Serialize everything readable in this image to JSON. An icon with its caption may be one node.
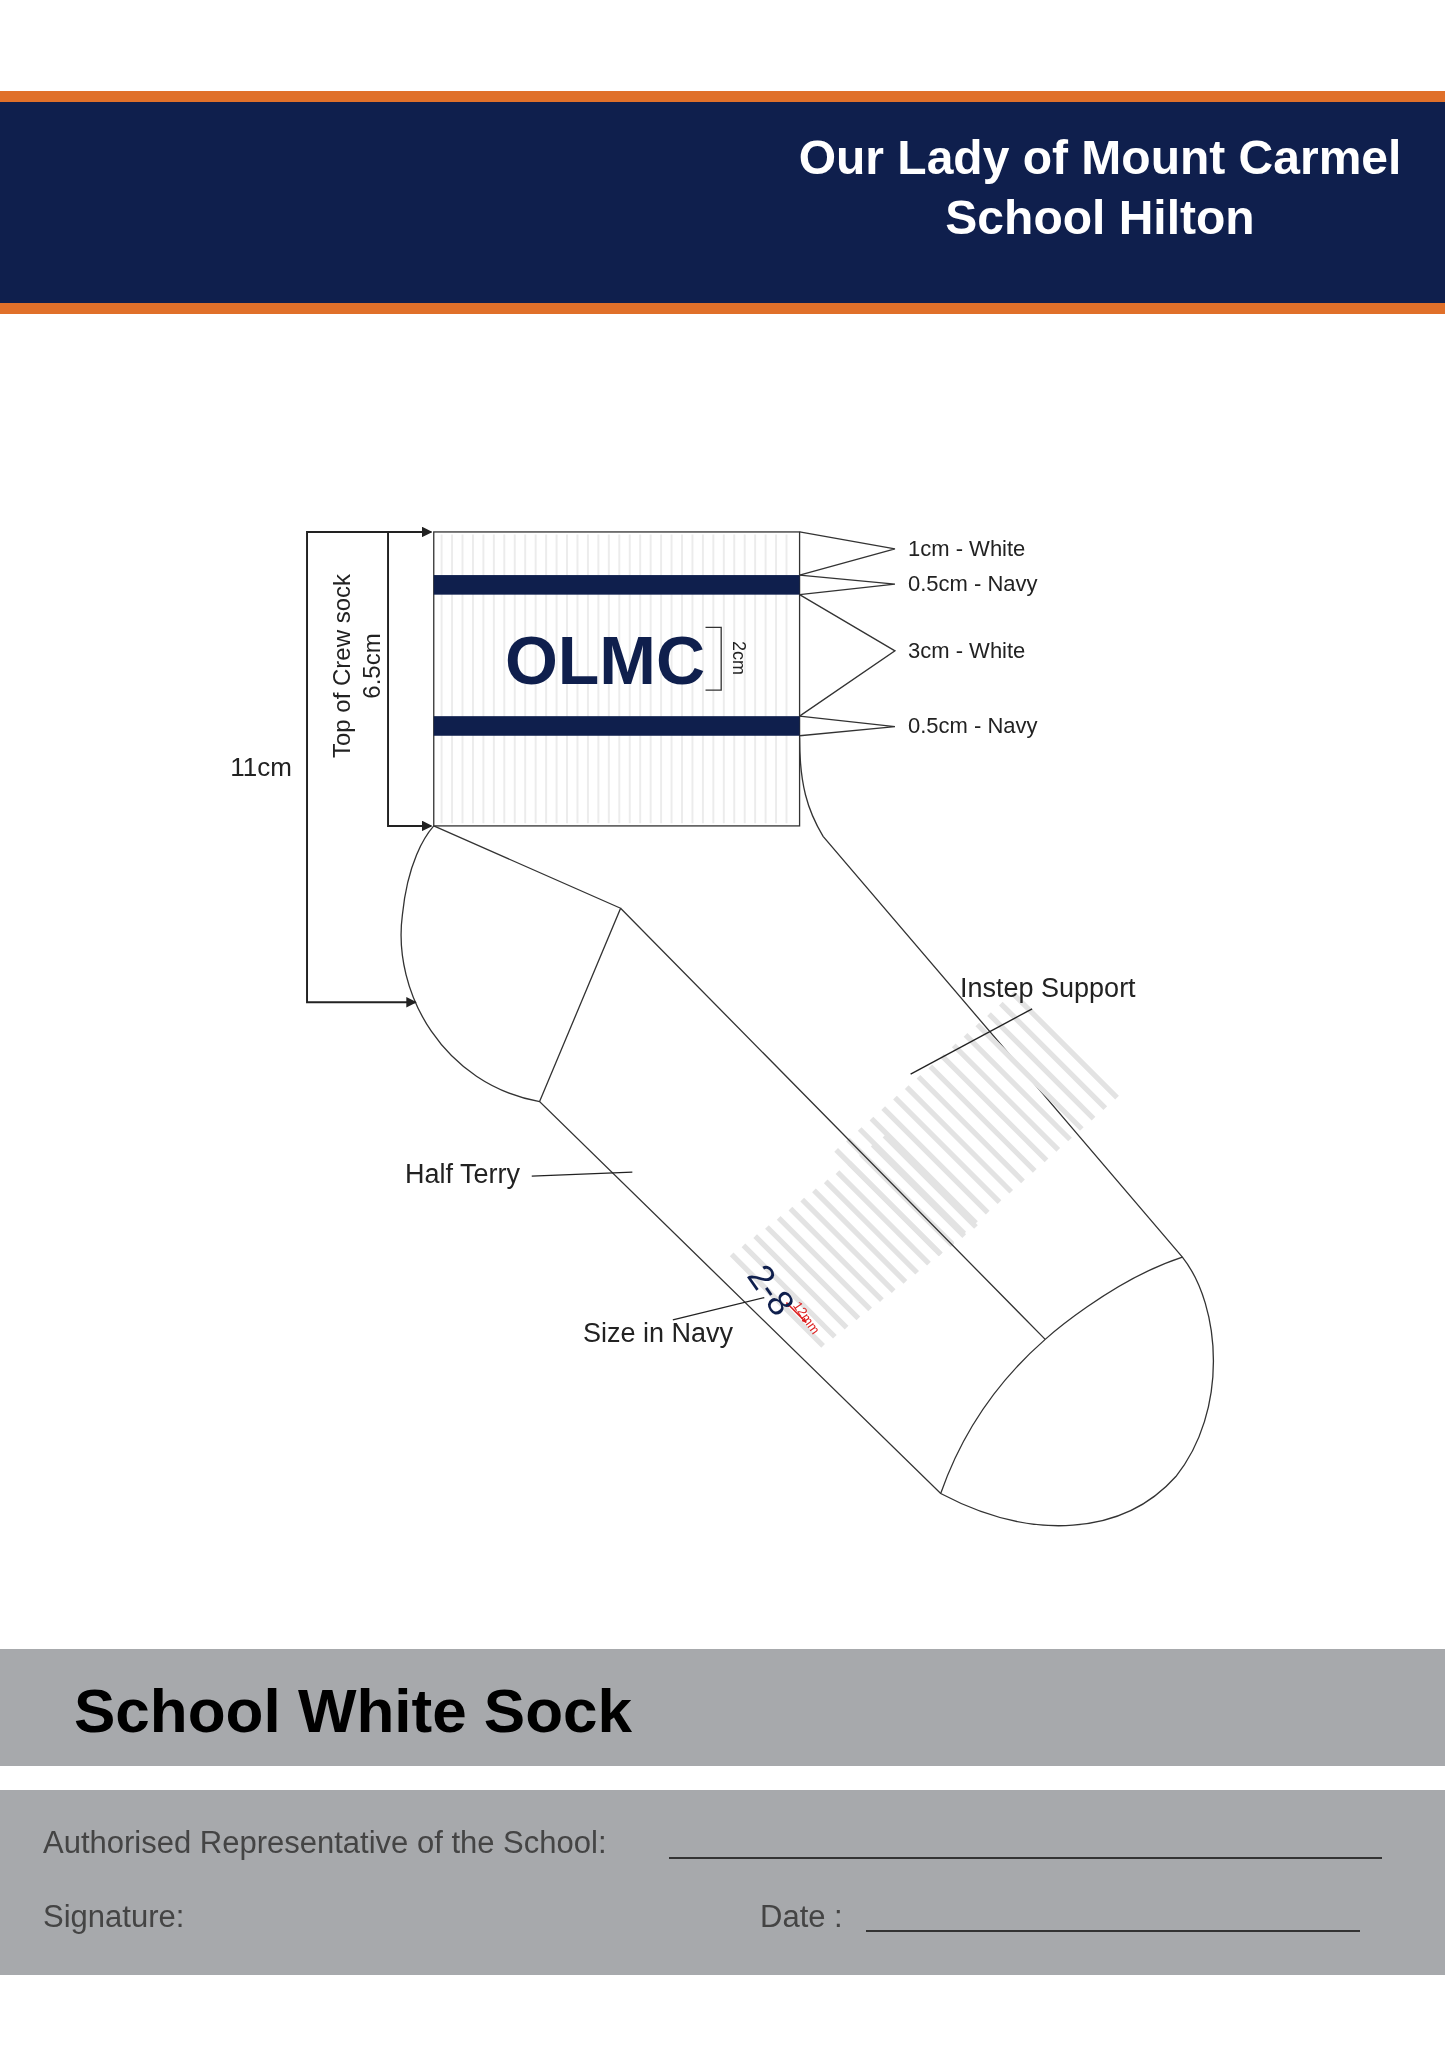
{
  "diagram": {
    "title": "Our Lady of Mount Carmel School Hilton",
    "nodes": [
      {
        "text": [
          "Instep Support"
        ]
      },
      {
        "text": [
          "Half Terry"
        ]
      },
      {
        "text": [
          "Size in Navy"
        ]
      },
      {
        "text": [
          "2-8"
        ]
      }
    ],
    "edges": [
      {
        "from": 0,
        "to": null,
        "arrow": "none"
      },
      {
        "from": 1,
        "to": null,
        "arrow": "none"
      },
      {
        "from": 2,
        "to": 3,
        "arrow": "none"
      }
    ],
    "labels": [
      "1cm - White",
      "0.5cm - Navy",
      "3cm - White",
      "0.5cm - Navy",
      "Top of Crew sock",
      "6.5cm",
      "11cm",
      "OLMC",
      "2cm",
      "12mm",
      "School White Sock",
      "Authorised Representative of the School:",
      "Signature:",
      "Date :"
    ]
  }
}
